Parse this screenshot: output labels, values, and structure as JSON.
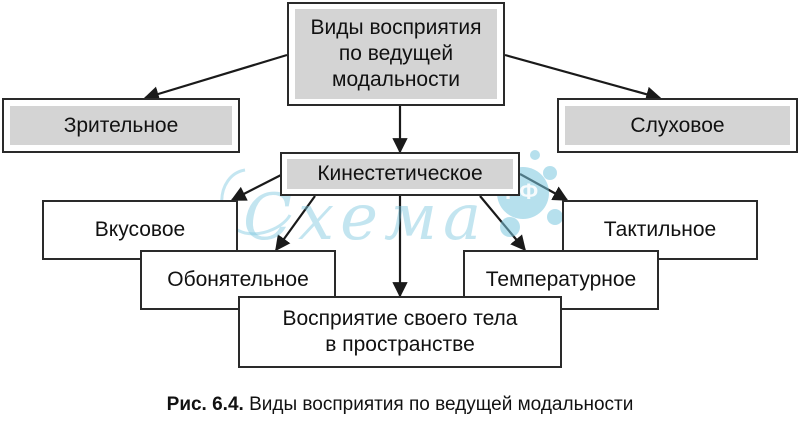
{
  "diagram": {
    "root": {
      "lines": [
        "Виды восприятия",
        "по ведущей",
        "модальности"
      ]
    },
    "visual": {
      "label": "Зрительное"
    },
    "auditory": {
      "label": "Слуховое"
    },
    "kinesthetic": {
      "label": "Кинестетическое"
    },
    "taste": {
      "label": "Вкусовое"
    },
    "smell": {
      "label": "Обонятельное"
    },
    "tactile": {
      "label": "Тактильное"
    },
    "temperature": {
      "label": "Температурное"
    },
    "body": {
      "lines": [
        "Восприятие своего тела",
        "в пространстве"
      ]
    }
  },
  "watermark": {
    "text": "Схема",
    "badge": "РФ"
  },
  "caption": {
    "prefix": "Рис. 6.4.",
    "text": "Виды восприятия по ведущей модальности"
  },
  "colors": {
    "border": "#2a2a2a",
    "shade": "#d4d4d4",
    "watermark": "#7cc7df"
  }
}
